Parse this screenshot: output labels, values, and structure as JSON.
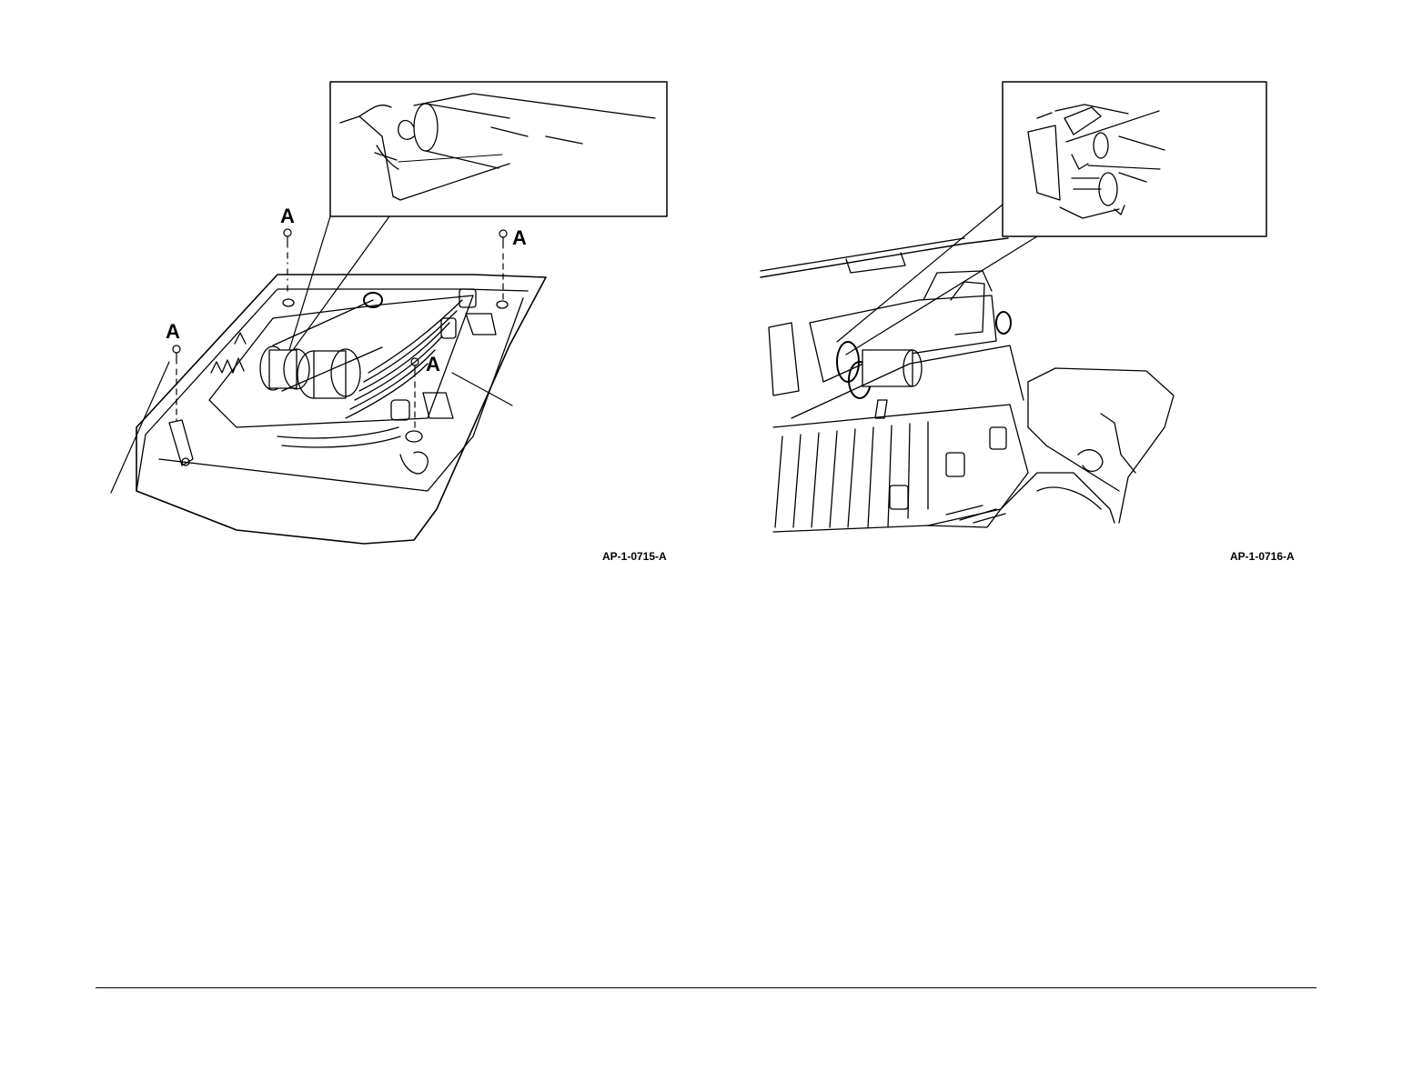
{
  "figures": [
    {
      "id_label": "AP-1-0715-A",
      "callouts": [
        "A",
        "A",
        "A",
        "A"
      ]
    },
    {
      "id_label": "AP-1-0716-A"
    }
  ]
}
